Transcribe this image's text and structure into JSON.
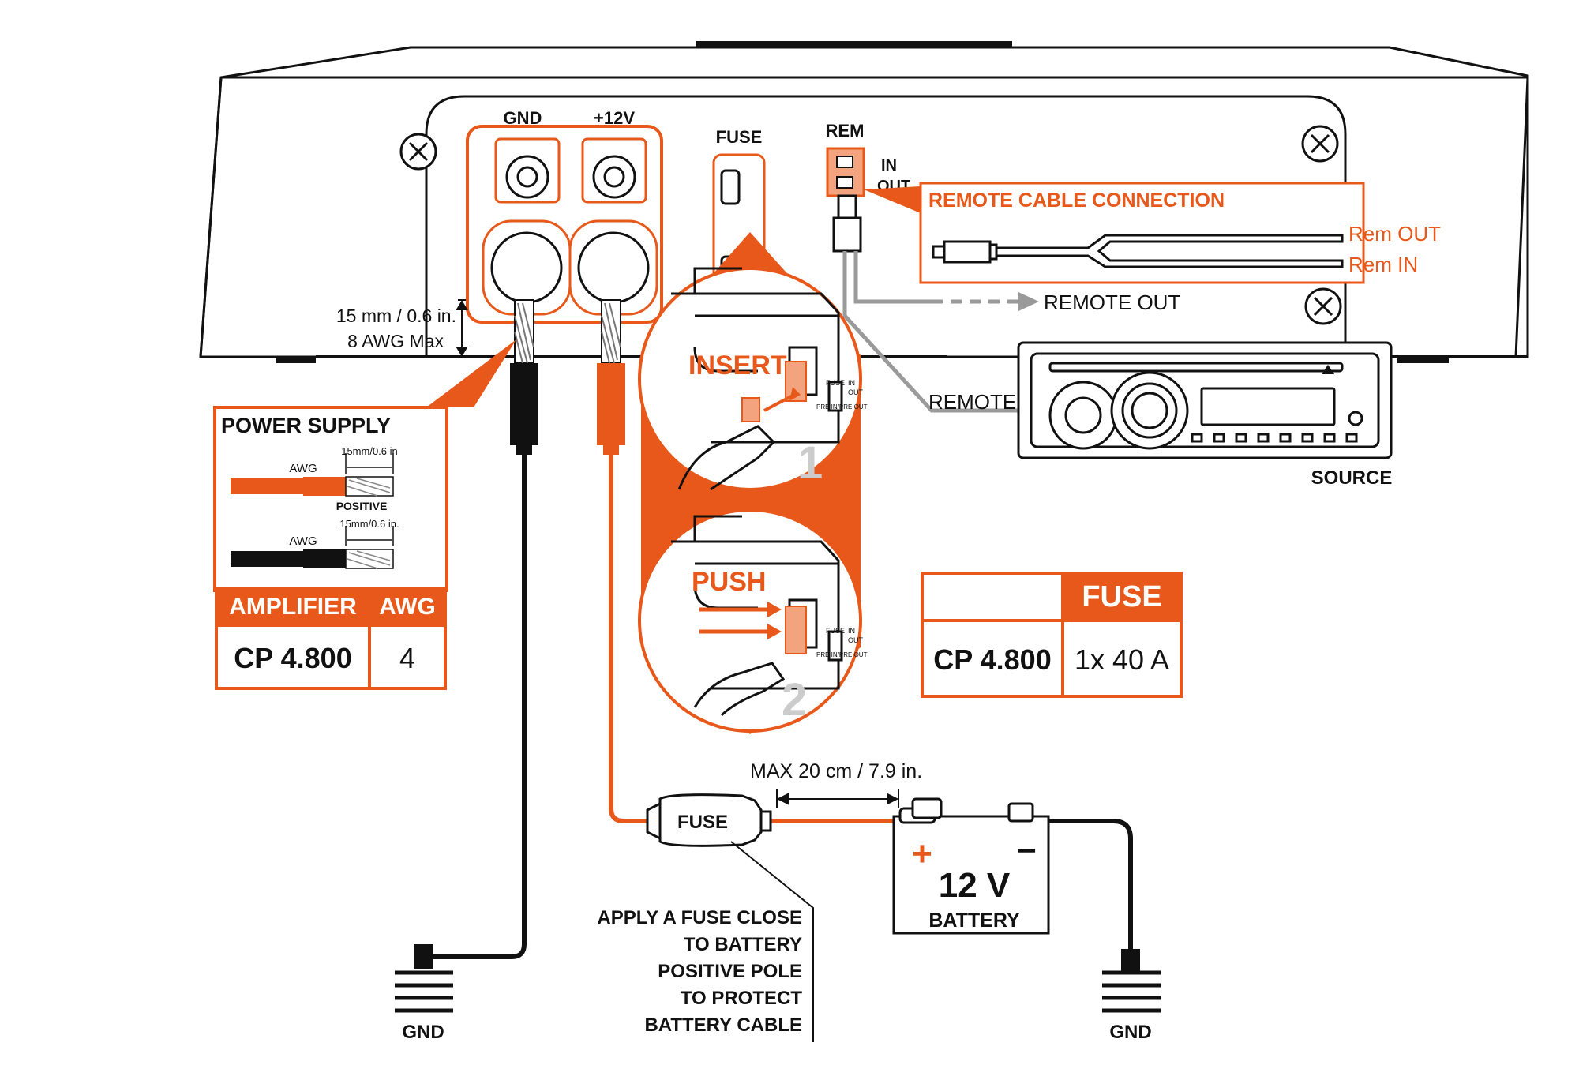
{
  "amplifier": {
    "terminals": {
      "gnd": "GND",
      "plus12v": "+12V",
      "fuse": "FUSE",
      "rem": "REM",
      "in": "IN",
      "out": "OUT"
    },
    "wire_spec": {
      "strip_length": "15 mm / 0.6 in.",
      "max_gauge": "8 AWG Max"
    }
  },
  "remote_callout": {
    "title": "REMOTE CABLE CONNECTION",
    "rem_out": "Rem OUT",
    "rem_in": "Rem IN"
  },
  "remote_out_label": "REMOTE OUT",
  "remote_label": "REMOTE",
  "source_label": "SOURCE",
  "steps": [
    {
      "label": "INSERT",
      "num": "1"
    },
    {
      "label": "PUSH",
      "num": "2"
    }
  ],
  "inset_small_text": {
    "fuse": "FUSE",
    "in": "IN",
    "out": "OUT",
    "pre": "PRE IN/PRE OUT"
  },
  "power_supply": {
    "title": "POWER SUPPLY",
    "awg_label": "AWG",
    "strip_label": "15mm/0.6 in",
    "strip_label_2": "15mm/0.6 in.",
    "positive": "POSITIVE",
    "table_header": [
      "AMPLIFIER",
      "AWG"
    ],
    "table_row": [
      "CP 4.800",
      "4"
    ]
  },
  "fuse_table": {
    "header": "FUSE",
    "model": "CP 4.800",
    "value": "1x 40 A"
  },
  "inline_fuse": {
    "label": "FUSE",
    "max_distance": "MAX 20 cm  /  7.9 in."
  },
  "fuse_note": [
    "APPLY A FUSE CLOSE",
    "TO BATTERY",
    "POSITIVE POLE",
    "TO PROTECT",
    "BATTERY CABLE"
  ],
  "battery": {
    "plus": "+",
    "minus": "−",
    "voltage": "12 V",
    "label": "BATTERY"
  },
  "ground_labels": [
    "GND",
    "GND"
  ],
  "colors": {
    "accent": "#e8581a",
    "accent_light": "#f3a47e",
    "line": "#111111",
    "gray": "#9a9a9a"
  }
}
